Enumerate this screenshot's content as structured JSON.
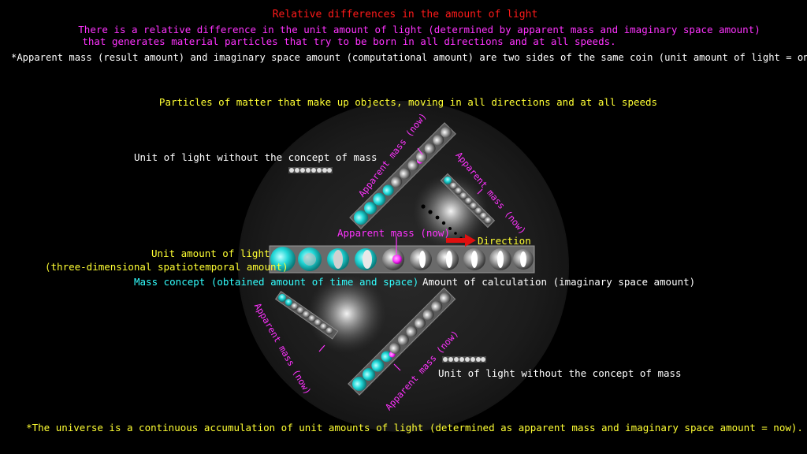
{
  "title": "Relative differences in the amount of light",
  "subtitle_line1": "There is a relative difference in the unit amount of light (determined by apparent mass and imaginary space amount)",
  "subtitle_line2": "that generates material particles that try to be born in all directions and at all speeds.",
  "note_top": "*Apparent mass (result amount) and imaginary space amount (computational amount) are two sides of the same coin (unit amount of light = one thing).",
  "heading_particles": "Particles of matter that make up objects, moving in all directions and at all speeds",
  "label_light_no_mass_top": "Unit of light without the concept of mass",
  "label_light_no_mass_bottom": "Unit of light without the concept of mass",
  "label_unit_amount_line1": "Unit amount of light",
  "label_unit_amount_line2": "(three-dimensional spatiotemporal amount)",
  "label_mass_concept": "Mass concept (obtained amount of time and space)",
  "label_calculation": "Amount of calculation (imaginary space amount)",
  "label_apparent_center": "Apparent mass (now)",
  "label_direction": "Direction",
  "label_apparent_upper_left": "Apparent mass (now)",
  "label_apparent_upper_right": "Apparent mass (now)",
  "label_apparent_lower_left": "Apparent mass (now)",
  "label_apparent_lower_right": "Apparent mass (now)",
  "note_bottom": "*The universe is a continuous accumulation of unit amounts of light (determined as apparent mass and imaginary space amount = now).",
  "colors": {
    "background": "#000000",
    "title": "#ff1a1a",
    "magenta": "#ff33ff",
    "yellow": "#ffff33",
    "cyan": "#33ffff",
    "white": "#ffffff",
    "arrow": "#e01010"
  }
}
